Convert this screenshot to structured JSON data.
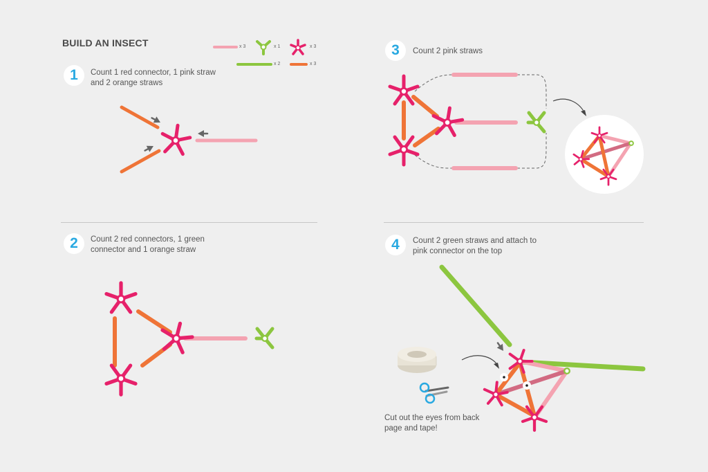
{
  "title": "BUILD AN INSECT",
  "legend": [
    {
      "part": "pink-straw",
      "count": "x 3"
    },
    {
      "part": "green-connector",
      "count": "x 1"
    },
    {
      "part": "red-connector",
      "count": "x 3"
    },
    {
      "part": "green-straw",
      "count": "x 2"
    },
    {
      "part": "orange-straw",
      "count": "x 3"
    }
  ],
  "steps": [
    {
      "number": "1",
      "text": "Count 1 red connector, 1 pink straw and 2 orange straws"
    },
    {
      "number": "2",
      "text": "Count 2 red connectors, 1 green connector and 1 orange straw"
    },
    {
      "number": "3",
      "text": "Count 2 pink straws"
    },
    {
      "number": "4",
      "text": "Count 2 green straws and attach to pink connector on the top"
    }
  ],
  "note": "Cut out the eyes from back page and tape!",
  "colors": {
    "background": "#efefef",
    "pink_straw": "#f4a3b1",
    "orange_straw": "#ef7437",
    "green": "#8cc63f",
    "red_connector": "#e6216a",
    "step_number": "#29a9e1"
  }
}
